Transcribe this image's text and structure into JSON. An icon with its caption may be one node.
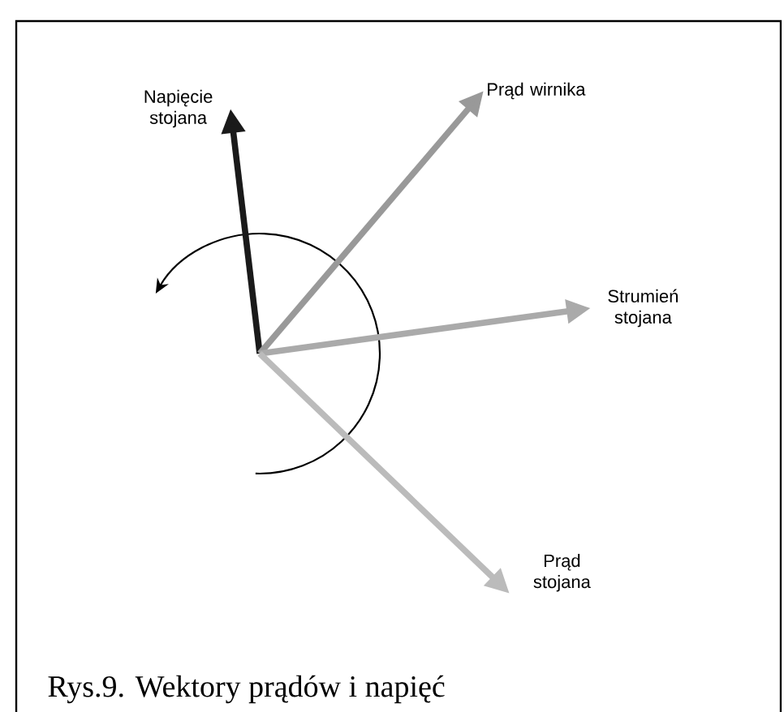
{
  "diagram": {
    "caption": "Rys.9. Wektory prądów i napięć",
    "nodes": [
      {
        "text": [
          "Napięcie stojana"
        ]
      },
      {
        "text": [
          "Prąd wirnika"
        ]
      },
      {
        "text": [
          "Strumień stojana"
        ]
      },
      {
        "text": [
          "Prąd stojana"
        ]
      }
    ],
    "edges": [
      {
        "from": null,
        "to": 0,
        "arrow": "to",
        "color": "#1a1a1a"
      },
      {
        "from": null,
        "to": 1,
        "arrow": "to",
        "color": "#999999"
      },
      {
        "from": null,
        "to": 2,
        "arrow": "to",
        "color": "#aaaaaa"
      },
      {
        "from": null,
        "to": 3,
        "arrow": "to",
        "color": "#bbbbbb"
      }
    ]
  }
}
